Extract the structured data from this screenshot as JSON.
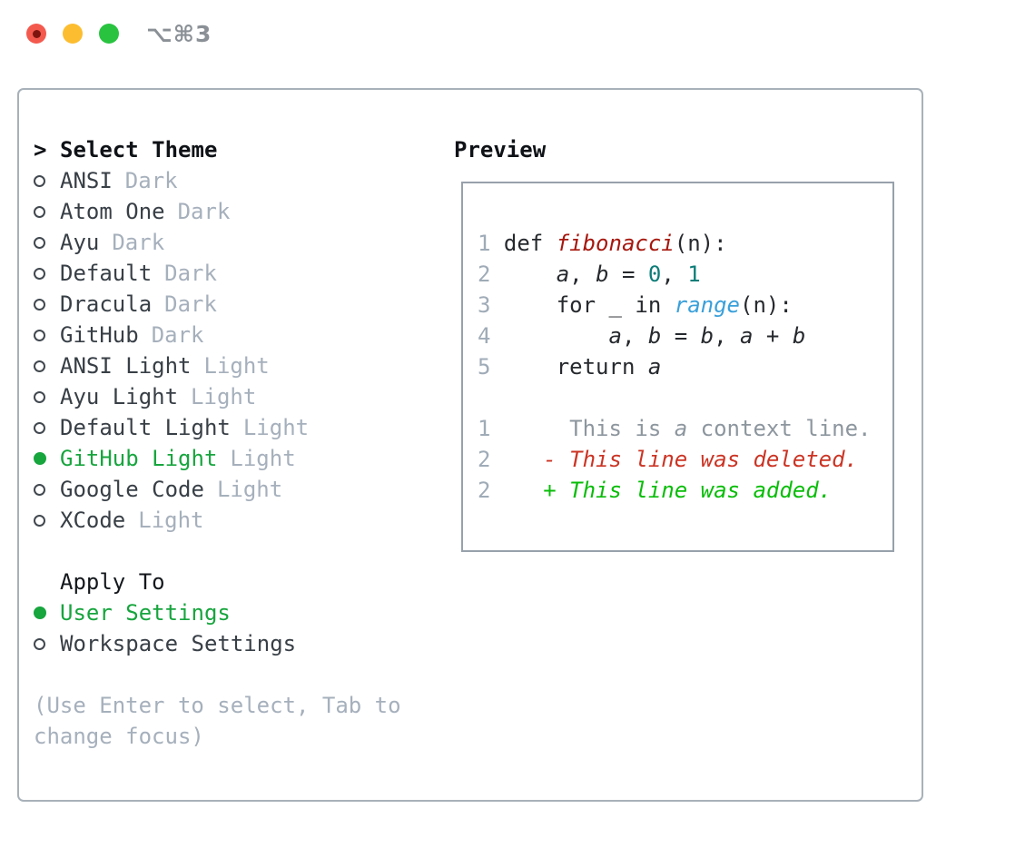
{
  "titlebar": {
    "title": "⌥⌘3"
  },
  "theme_list": {
    "header_prefix": ">",
    "header": "Select Theme",
    "items": [
      {
        "name": "ANSI",
        "variant": "Dark",
        "selected": false
      },
      {
        "name": "Atom One",
        "variant": "Dark",
        "selected": false
      },
      {
        "name": "Ayu",
        "variant": "Dark",
        "selected": false
      },
      {
        "name": "Default",
        "variant": "Dark",
        "selected": false
      },
      {
        "name": "Dracula",
        "variant": "Dark",
        "selected": false
      },
      {
        "name": "GitHub",
        "variant": "Dark",
        "selected": false
      },
      {
        "name": "ANSI Light",
        "variant": "Light",
        "selected": false
      },
      {
        "name": "Ayu Light",
        "variant": "Light",
        "selected": false
      },
      {
        "name": "Default Light",
        "variant": "Light",
        "selected": false
      },
      {
        "name": "GitHub Light",
        "variant": "Light",
        "selected": true
      },
      {
        "name": "Google Code",
        "variant": "Light",
        "selected": false
      },
      {
        "name": "XCode",
        "variant": "Light",
        "selected": false
      }
    ]
  },
  "apply_to": {
    "header": "Apply To",
    "items": [
      {
        "name": "User Settings",
        "selected": true
      },
      {
        "name": "Workspace Settings",
        "selected": false
      }
    ]
  },
  "hint_lines": [
    "(Use Enter to select, Tab to",
    "change focus)"
  ],
  "preview": {
    "header": "Preview",
    "lines": [
      {
        "segments": [
          {
            "t": "1",
            "c": "ln"
          },
          {
            "t": " def ",
            "c": "fg"
          },
          {
            "t": "fibonacci",
            "c": "fn"
          },
          {
            "t": "(n):",
            "c": "fg"
          }
        ]
      },
      {
        "segments": [
          {
            "t": "2",
            "c": "ln"
          },
          {
            "t": "     ",
            "c": "fg"
          },
          {
            "t": "a",
            "c": "var"
          },
          {
            "t": ", ",
            "c": "fg"
          },
          {
            "t": "b",
            "c": "var"
          },
          {
            "t": " = ",
            "c": "fg"
          },
          {
            "t": "0",
            "c": "num"
          },
          {
            "t": ", ",
            "c": "fg"
          },
          {
            "t": "1",
            "c": "num"
          }
        ]
      },
      {
        "segments": [
          {
            "t": "3",
            "c": "ln"
          },
          {
            "t": "     for _ in ",
            "c": "fg"
          },
          {
            "t": "range",
            "c": "bi"
          },
          {
            "t": "(n):",
            "c": "fg"
          }
        ]
      },
      {
        "segments": [
          {
            "t": "4",
            "c": "ln"
          },
          {
            "t": "         ",
            "c": "fg"
          },
          {
            "t": "a",
            "c": "var"
          },
          {
            "t": ", ",
            "c": "fg"
          },
          {
            "t": "b",
            "c": "var"
          },
          {
            "t": " = ",
            "c": "fg"
          },
          {
            "t": "b",
            "c": "var"
          },
          {
            "t": ", ",
            "c": "fg"
          },
          {
            "t": "a",
            "c": "var"
          },
          {
            "t": " + ",
            "c": "fg"
          },
          {
            "t": "b",
            "c": "var"
          }
        ]
      },
      {
        "segments": [
          {
            "t": "5",
            "c": "ln"
          },
          {
            "t": "     return ",
            "c": "fg"
          },
          {
            "t": "a",
            "c": "var"
          }
        ]
      },
      {
        "segments": []
      },
      {
        "segments": [
          {
            "t": "1",
            "c": "ln"
          },
          {
            "t": "      ",
            "c": "fg"
          },
          {
            "t": "This is ",
            "c": "ctx"
          },
          {
            "t": "a",
            "c": "ctxi"
          },
          {
            "t": " context line.",
            "c": "ctx"
          }
        ]
      },
      {
        "segments": [
          {
            "t": "2",
            "c": "ln"
          },
          {
            "t": "    ",
            "c": "fg"
          },
          {
            "t": "- This line was deleted.",
            "c": "del"
          }
        ]
      },
      {
        "segments": [
          {
            "t": "2",
            "c": "ln"
          },
          {
            "t": "    ",
            "c": "fg"
          },
          {
            "t": "+ This line was added.",
            "c": "add"
          }
        ]
      }
    ]
  },
  "colors": {
    "accent-green": "#17a53e",
    "added-green": "#09bd09",
    "deleted-red": "#cb3424",
    "function-red": "#a6170e",
    "number-teal": "#0d7d78",
    "builtin-blue": "#3aa0da",
    "code-foreground": "#26292d",
    "muted-gray": "#a6b0bc",
    "context-gray": "#8d969e",
    "line-number-gray": "#9fabb7",
    "item-gray": "#383f46",
    "heading-black": "#0f1216",
    "panel-border": "#a8b1b9",
    "preview-border": "#97a1ab",
    "titlebar-gray": "#8a9096",
    "light-red": "#f4594e",
    "light-red-dot": "#7d150e",
    "light-yellow": "#fcbd30",
    "light-green": "#29c340"
  }
}
